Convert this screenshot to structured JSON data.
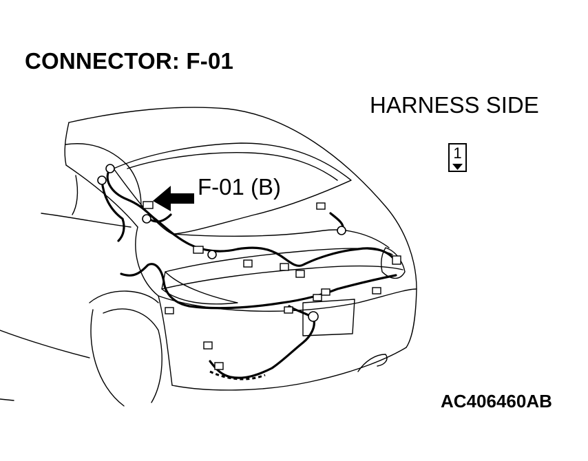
{
  "title": "CONNECTOR: F-01",
  "view_label": "HARNESS SIDE",
  "connector_pin": "1",
  "callout_label": "F-01 (B)",
  "figure_code": "AC406460AB",
  "icons": {
    "pin_marker": "down-triangle",
    "callout_arrow": "arrow-pointing-left"
  }
}
